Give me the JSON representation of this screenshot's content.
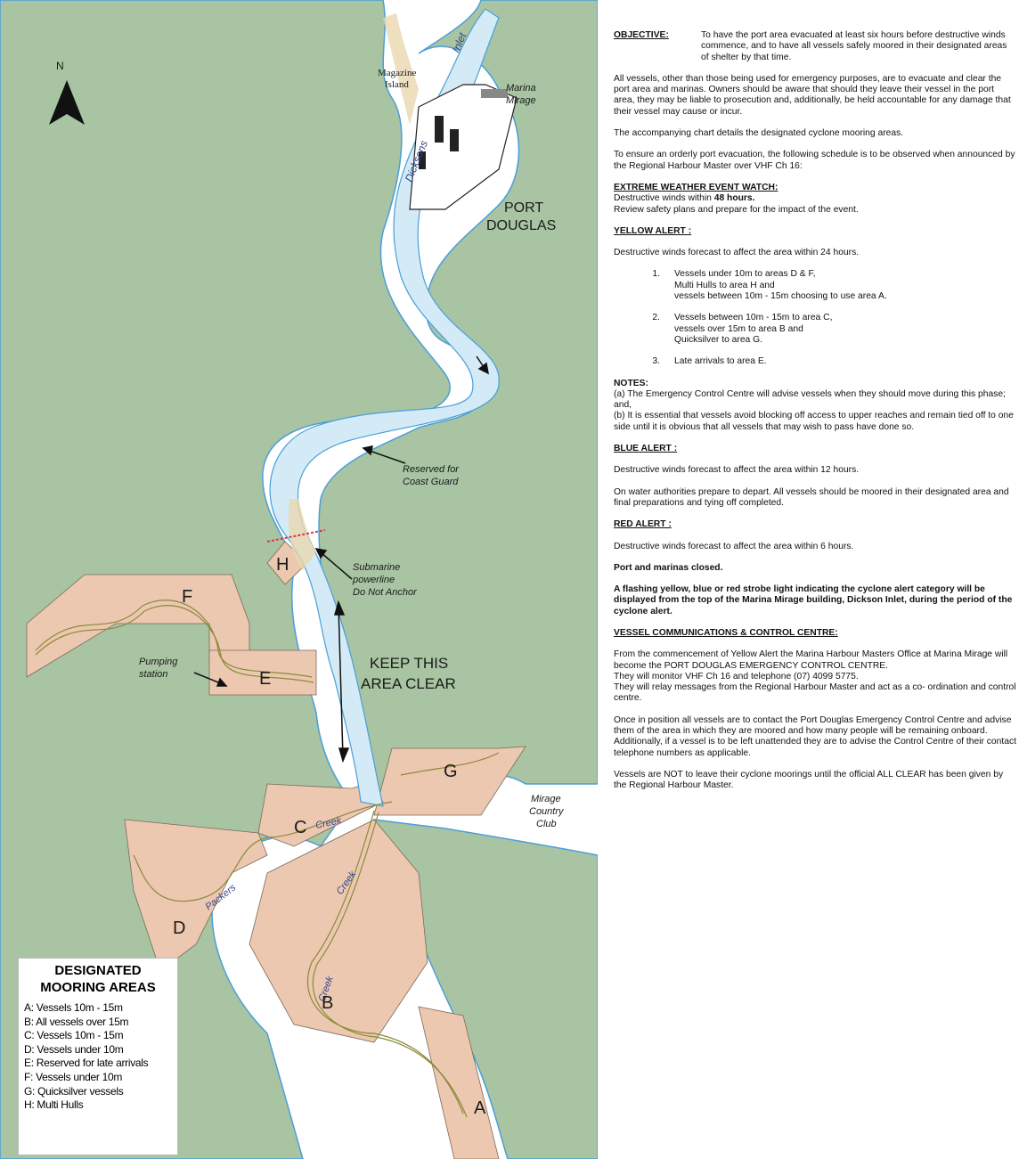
{
  "map": {
    "north_label": "N",
    "place_labels": {
      "magazine_island": [
        "Magazine",
        "Island"
      ],
      "marina_mirage": [
        "Marina",
        "Mirage"
      ],
      "dicksons": "Dicksons",
      "inlet": "Inlet",
      "port_douglas": [
        "PORT",
        "DOUGLAS"
      ],
      "reserved_coast_guard": [
        "Reserved for",
        "Coast Guard"
      ],
      "submarine_powerline": [
        "Submarine",
        "powerline",
        "Do Not Anchor"
      ],
      "pumping_station": [
        "Pumping",
        "station"
      ],
      "keep_clear": [
        "KEEP THIS",
        "AREA CLEAR"
      ],
      "mirage_country_club": [
        "Mirage",
        "Country",
        "Club"
      ],
      "creek_c": "Creek",
      "creek_mid": "Creek",
      "creek_b": "Creek",
      "packers": "Packers"
    },
    "area_letters": {
      "A": "A",
      "B": "B",
      "C": "C",
      "D": "D",
      "E": "E",
      "F": "F",
      "G": "G",
      "H": "H"
    },
    "colors": {
      "land": "#a8c4a2",
      "water": "#ffffff",
      "channel": "#d4ebf7",
      "mooring": "#ecc8b0",
      "coastline": "#4a9fd8",
      "creek": "#8a8a3a"
    }
  },
  "legend": {
    "title": [
      "DESIGNATED",
      "MOORING AREAS"
    ],
    "items": [
      "A: Vessels 10m - 15m",
      "B: All vessels over 15m",
      "C: Vessels 10m - 15m",
      "D: Vessels under 10m",
      "E: Reserved for late arrivals",
      "F: Vessels under 10m",
      "G: Quicksilver vessels",
      "H: Multi Hulls"
    ]
  },
  "text": {
    "objective_label": "OBJECTIVE:",
    "objective": "To have the port area evacuated at least six hours before destructive winds commence, and to have all vessels safely moored in their designated areas of shelter by that time.",
    "p1": "All vessels, other than those being used for emergency purposes, are to evacuate and clear the port area and marinas. Owners should be aware that should they leave their vessel in the port area, they may be liable to prosecution and, additionally, be held accountable for any damage that their vessel may cause or incur.",
    "p2": "The accompanying chart details the designated cyclone mooring areas.",
    "p3": "To ensure an orderly port evacuation, the following schedule is to be observed when announced by the Regional Harbour Master over VHF Ch 16:",
    "extreme_head": "EXTREME WEATHER EVENT WATCH:",
    "extreme_l1a": "Destructive winds within ",
    "extreme_l1b": "48 hours.",
    "extreme_l2": "Review safety plans and prepare for the impact of the event.",
    "yellow_head": "YELLOW ALERT :",
    "yellow_text": "Destructive winds forecast to affect the area within 24 hours.",
    "yellow_items": [
      {
        "n": "1.",
        "lines": [
          "Vessels under 10m to areas D & F,",
          "Multi Hulls to area H and",
          "vessels between 10m - 15m choosing to use area A."
        ]
      },
      {
        "n": "2.",
        "lines": [
          "Vessels between 10m - 15m to area C,",
          "vessels over 15m to area B and",
          "Quicksilver to area G."
        ]
      },
      {
        "n": "3.",
        "lines": [
          "Late arrivals to area E."
        ]
      }
    ],
    "notes_head": "NOTES:",
    "notes_a": "(a)  The Emergency Control Centre will advise vessels when they should move during this phase; and,",
    "notes_b": "(b)  It is essential that vessels avoid blocking off access to upper reaches and remain tied off to one side until it is obvious that all vessels that may wish to pass have done so.",
    "blue_head": "BLUE ALERT :",
    "blue_text": "Destructive winds forecast to affect the area within 12 hours.",
    "blue_p": "On water authorities prepare to depart. All vessels should be moored in their designated area and final preparations and tying off completed.",
    "red_head": "RED ALERT :",
    "red_text": "Destructive winds forecast to affect the area within 6 hours.",
    "port_closed": "Port and marinas closed.",
    "strobe": "A flashing yellow, blue or red strobe light indicating the cyclone alert category will be displayed from the top of the Marina Mirage building, Dickson Inlet, during the period of the cyclone alert.",
    "comm_head": "VESSEL COMMUNICATIONS & CONTROL CENTRE:",
    "comm_p1": "From the commencement of Yellow Alert the Marina Harbour Masters Office at Marina Mirage will become the PORT DOUGLAS EMERGENCY CONTROL CENTRE.",
    "comm_p1b": "They will monitor VHF Ch 16 and telephone (07) 4099 5775.",
    "comm_p1c": "They will relay messages from the Regional Harbour Master and act as a co- ordination and control centre.",
    "comm_p2": "Once in position all vessels are to contact the Port Douglas Emergency Control Centre and advise them of the area in which they are moored and how many people will be remaining onboard. Additionally, if a vessel is to be left unattended they are to advise the Control Centre of their contact telephone numbers as applicable.",
    "comm_p3": "Vessels are NOT to leave their cyclone moorings until the official ALL CLEAR has been given by the Regional Harbour Master."
  }
}
